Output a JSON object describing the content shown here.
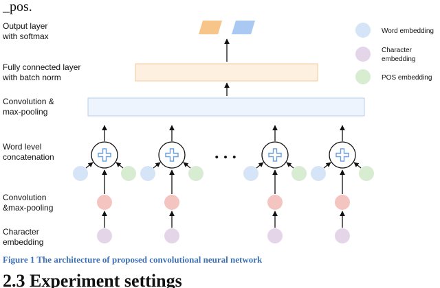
{
  "top_text_fragment": "_pos.",
  "layer_labels": [
    [
      "Output layer",
      "with softmax"
    ],
    [
      "Fully connected layer",
      "with batch norm"
    ],
    [
      "Convolution &",
      "max-pooling"
    ],
    [
      "Word level",
      "concatenation"
    ],
    [
      "Convolution",
      "&max-pooling"
    ],
    [
      "Character",
      "embedding"
    ]
  ],
  "legend": [
    {
      "lines": [
        "Word embedding"
      ],
      "color": "#d6e4f8"
    },
    {
      "lines": [
        "Character",
        "embedding"
      ],
      "color": "#e4d6e8"
    },
    {
      "lines": [
        "POS embedding"
      ],
      "color": "#d8ecd2"
    }
  ],
  "ellipsis": "• • •",
  "caption": "Figure 1 The architecture of proposed convolutional neural network",
  "caption_color": "#3b6fb6",
  "bottom_text_fragment": "2.3  Experiment settings",
  "colors": {
    "output_orange": "#f7c48a",
    "output_blue": "#a9c9f2",
    "fc_fill": "#fdf0e0",
    "fc_stroke": "#f4c99a",
    "conv_fill": "#eef4fd",
    "conv_stroke": "#b5cdee",
    "word_emb": "#d6e4f8",
    "char_conv": "#f3c4c0",
    "char_emb": "#e4d6e8",
    "pos_emb": "#d8ecd2",
    "plus": "#6aa0dc"
  }
}
